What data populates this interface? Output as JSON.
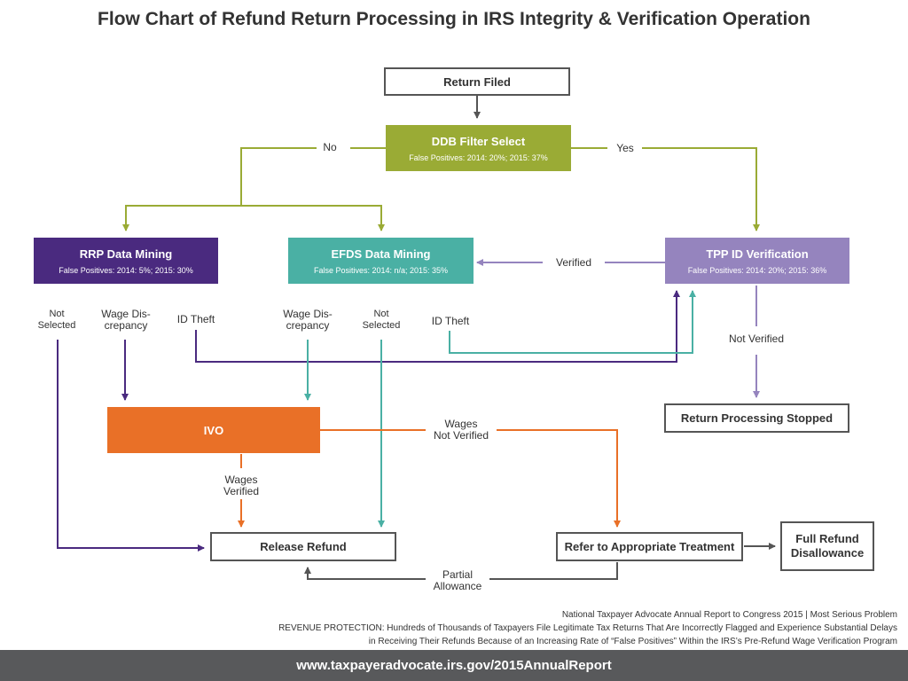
{
  "title": "Flow Chart of Refund Return Processing in IRS Integrity & Verification Operation",
  "colors": {
    "olive": "#9aab35",
    "purple": "#4a2a7f",
    "teal": "#4ab0a4",
    "lavender": "#9584be",
    "orange": "#e97027",
    "gray": "#555555"
  },
  "boxes": {
    "return_filed": {
      "title": "Return Filed"
    },
    "ddb": {
      "title": "DDB Filter Select",
      "sub": "False Positives: 2014: 20%; 2015: 37%"
    },
    "rrp": {
      "title": "RRP Data Mining",
      "sub": "False Positives: 2014: 5%; 2015: 30%"
    },
    "efds": {
      "title": "EFDS Data Mining",
      "sub": "False Positives: 2014: n/a; 2015: 35%"
    },
    "tpp": {
      "title": "TPP ID Verification",
      "sub": "False Positives: 2014: 20%; 2015: 36%"
    },
    "ivo": {
      "title": "IVO"
    },
    "stopped": {
      "title": "Return Processing Stopped"
    },
    "release": {
      "title": "Release Refund"
    },
    "refer": {
      "title": "Refer to Appropriate Treatment"
    },
    "full": {
      "title": "Full Refund\nDisallowance"
    }
  },
  "labels": {
    "no": "No",
    "yes": "Yes",
    "verified": "Verified",
    "not_verified": "Not Verified",
    "rrp_not_selected": "Not\nSelected",
    "rrp_wage": "Wage Dis-\ncrepancy",
    "rrp_idtheft": "ID Theft",
    "efds_wage": "Wage Dis-\ncrepancy",
    "efds_not_selected": "Not\nSelected",
    "efds_idtheft": "ID Theft",
    "wages_not_verified": "Wages\nNot Verified",
    "wages_verified": "Wages\nVerified",
    "partial": "Partial\nAllowance"
  },
  "footnotes": {
    "line1": "National Taxpayer Advocate Annual Report to Congress 2015 | Most Serious Problem",
    "line2": "REVENUE PROTECTION:  Hundreds of Thousands of Taxpayers File Legitimate Tax Returns That Are Incorrectly Flagged and Experience Substantial Delays",
    "line3": "in Receiving Their Refunds Because of an Increasing Rate of “False Positives” Within the IRS’s Pre-Refund Wage Verification Program"
  },
  "footer": "www.taxpayeradvocate.irs.gov/2015AnnualReport"
}
